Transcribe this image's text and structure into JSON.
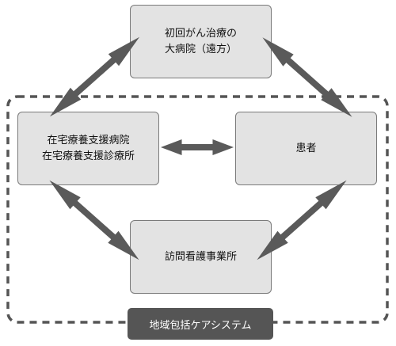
{
  "nodes": {
    "hospital": {
      "line1": "初回がん治療の",
      "line2": "大病院（遠方）"
    },
    "home_care": {
      "line1": "在宅療養支援病院",
      "line2": "在宅療養支援診療所"
    },
    "patient": {
      "label": "患者"
    },
    "nursing": {
      "label": "訪問看護事業所"
    }
  },
  "system_region": {
    "label": "地域包括ケアシステム"
  },
  "colors": {
    "node_fill": "#e3e3e3",
    "node_border": "#7a7a7a",
    "arrow": "#5a5a5a",
    "region_border": "#555555",
    "label_fill": "#555555",
    "label_text": "#ffffff"
  }
}
